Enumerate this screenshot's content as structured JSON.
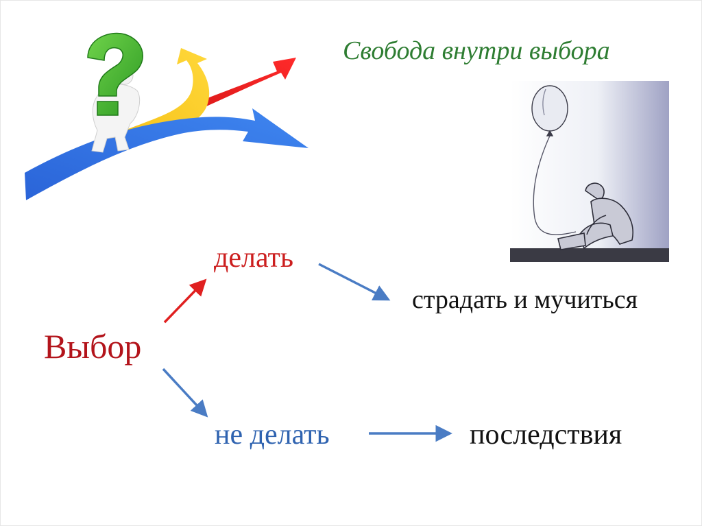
{
  "slide": {
    "title": "Свобода внутри выбора",
    "title_color": "#2e7d32"
  },
  "diagram": {
    "root": {
      "label": "Выбор",
      "color": "#b3141b"
    },
    "branch_do": {
      "label": "делать",
      "color": "#cc1f1f",
      "arrow_color": "#e02020"
    },
    "branch_not_do": {
      "label": "не делать",
      "color": "#2f63b0",
      "arrow_color": "#4a7cc4"
    },
    "outcome_do": {
      "label": "страдать и мучиться",
      "color": "#111111",
      "arrow_color": "#4a7cc4"
    },
    "outcome_not_do": {
      "label": "последствия",
      "color": "#111111",
      "arrow_color": "#4a7cc4"
    }
  },
  "illustrations": {
    "top_left": "person-with-question-mark-at-crossroads-arrows",
    "top_right": "sketch-of-sitting-figure-holding-balloon"
  }
}
